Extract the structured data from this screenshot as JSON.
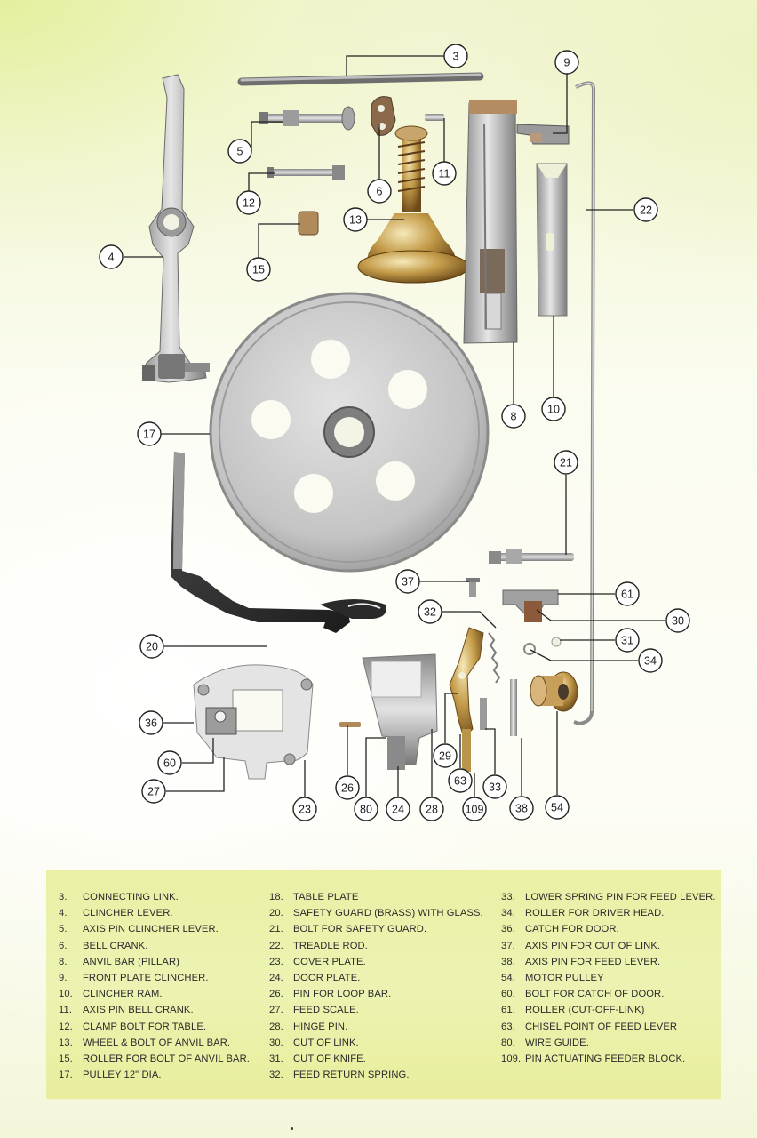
{
  "callouts": [
    "3",
    "9",
    "5",
    "6",
    "11",
    "22",
    "12",
    "13",
    "4",
    "15",
    "8",
    "10",
    "17",
    "21",
    "37",
    "61",
    "32",
    "30",
    "31",
    "34",
    "20",
    "36",
    "60",
    "27",
    "23",
    "26",
    "80",
    "24",
    "28",
    "29",
    "63",
    "109",
    "33",
    "38",
    "54"
  ],
  "legend": {
    "col1": [
      {
        "num": "3.",
        "text": "CONNECTING LINK."
      },
      {
        "num": "4.",
        "text": "CLINCHER LEVER."
      },
      {
        "num": "5.",
        "text": "AXIS PIN CLINCHER LEVER."
      },
      {
        "num": "6.",
        "text": "BELL CRANK."
      },
      {
        "num": "8.",
        "text": "ANVIL BAR (PILLAR)"
      },
      {
        "num": "9.",
        "text": "FRONT PLATE CLINCHER."
      },
      {
        "num": "10.",
        "text": "CLINCHER RAM."
      },
      {
        "num": "11.",
        "text": "AXIS PIN BELL CRANK."
      },
      {
        "num": "12.",
        "text": "CLAMP BOLT FOR TABLE."
      },
      {
        "num": "13.",
        "text": "WHEEL & BOLT OF ANVIL BAR."
      },
      {
        "num": "15.",
        "text": "ROLLER FOR BOLT OF ANVIL BAR."
      },
      {
        "num": "17.",
        "text": "PULLEY 12\" DIA."
      }
    ],
    "col2": [
      {
        "num": "18.",
        "text": "TABLE PLATE"
      },
      {
        "num": "20.",
        "text": "SAFETY GUARD (BRASS) WITH GLASS."
      },
      {
        "num": "21.",
        "text": "BOLT FOR SAFETY GUARD."
      },
      {
        "num": "22.",
        "text": "TREADLE ROD."
      },
      {
        "num": "23.",
        "text": "COVER PLATE."
      },
      {
        "num": "24.",
        "text": "DOOR PLATE."
      },
      {
        "num": "26.",
        "text": "PIN FOR LOOP BAR."
      },
      {
        "num": "27.",
        "text": "FEED SCALE."
      },
      {
        "num": "28.",
        "text": "HINGE PIN."
      },
      {
        "num": "30.",
        "text": "CUT OF LINK."
      },
      {
        "num": "31.",
        "text": "CUT OF KNIFE."
      },
      {
        "num": "32.",
        "text": "FEED RETURN SPRING."
      }
    ],
    "col3": [
      {
        "num": "33.",
        "text": "LOWER SPRING PIN FOR FEED LEVER."
      },
      {
        "num": "34.",
        "text": "ROLLER FOR DRIVER HEAD."
      },
      {
        "num": "36.",
        "text": "CATCH FOR DOOR."
      },
      {
        "num": "37.",
        "text": "AXIS PIN FOR CUT OF LINK."
      },
      {
        "num": "38.",
        "text": "AXIS PIN FOR FEED LEVER."
      },
      {
        "num": "54.",
        "text": "MOTOR PULLEY"
      },
      {
        "num": "60.",
        "text": "BOLT FOR CATCH OF DOOR."
      },
      {
        "num": "61.",
        "text": "ROLLER (CUT-OFF-LINK)"
      },
      {
        "num": "63.",
        "text": "CHISEL POINT OF FEED LEVER"
      },
      {
        "num": "80.",
        "text": "WIRE GUIDE."
      },
      {
        "num": "109.",
        "text": "PIN ACTUATING FEEDER BLOCK."
      }
    ]
  }
}
